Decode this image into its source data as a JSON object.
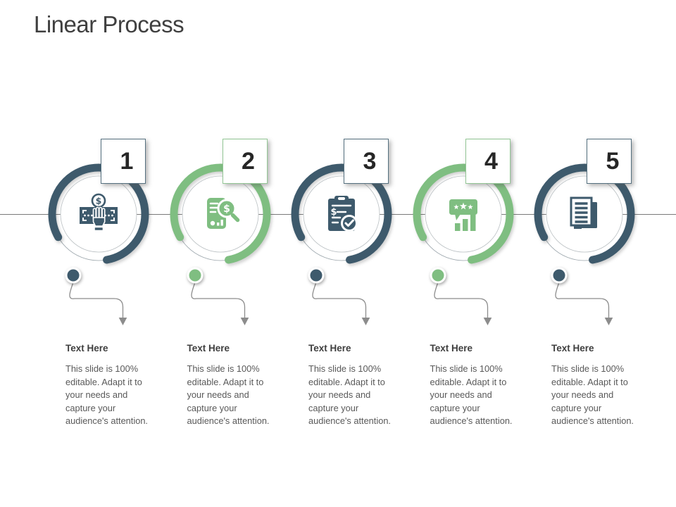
{
  "slide": {
    "title": "Linear Process"
  },
  "palette": {
    "dark": "#3E5A6C",
    "green": "#7FBE81",
    "timeline": "#7a7a7a",
    "connector": "#8c8c8c",
    "badge_number": "#262626",
    "heading": "#3f3f3f",
    "body": "#595959",
    "background": "#ffffff"
  },
  "steps": [
    {
      "number": "1",
      "color": "dark",
      "icon": "cash-payment-icon",
      "heading": "Text Here",
      "body": "This slide is 100% editable. Adapt it to your needs and capture your audience's attention."
    },
    {
      "number": "2",
      "color": "green",
      "icon": "financial-analysis-icon",
      "heading": "Text Here",
      "body": "This slide is 100% editable. Adapt it to your needs and capture your audience's attention."
    },
    {
      "number": "3",
      "color": "dark",
      "icon": "billing-checklist-icon",
      "heading": "Text Here",
      "body": "This slide is 100% editable. Adapt it to your needs and capture your audience's attention."
    },
    {
      "number": "4",
      "color": "green",
      "icon": "customer-rating-icon",
      "heading": "Text Here",
      "body": "This slide is 100% editable. Adapt it to your needs and capture your audience's attention."
    },
    {
      "number": "5",
      "color": "dark",
      "icon": "documents-icon",
      "heading": "Text Here",
      "body": "This slide is 100% editable. Adapt it to your needs and capture your audience's attention."
    }
  ]
}
